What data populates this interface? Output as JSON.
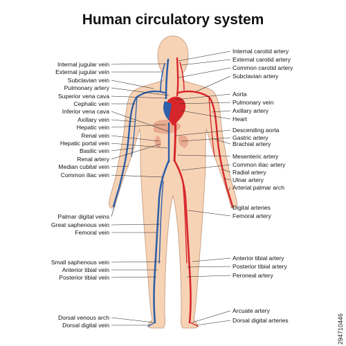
{
  "title": "Human circulatory system",
  "left_labels": [
    "Internal jugular vein",
    "External jugular vein",
    "Subclavian vein",
    "Pulmonary artery",
    "Superior vena cava",
    "Cephalic vein",
    "Inferior vena cava",
    "Axillary vein",
    "Hepatic vein",
    "Renal vein",
    "Hepatic portal vein",
    "Basilic vein",
    "Renal artery",
    "Median cubital vein",
    "Common iliac vein",
    "Palmar digital veins",
    "Great saphenous vein",
    "Femoral vein",
    "Small saphenous vein",
    "Anterior tibial vein",
    "Posterior tibial vein",
    "Dorsal venous arch",
    "Dorsal digital vein"
  ],
  "right_labels": [
    "Internal carotid artery",
    "External carotid artery",
    "Common carotid artery",
    "Subclavian artery",
    "Aorta",
    "Pulmonary vein",
    "Axillary artery",
    "Heart",
    "Descending aorta",
    "Gastric artery",
    "Brachial artery",
    "Mesenteric artery",
    "Common iliac artery",
    "Radial artery",
    "Ulnar artery",
    "Arterial palmar arch",
    "Digital arteries",
    "Femoral artery",
    "Anterior tibial artery",
    "Posterior tibial artery",
    "Peroneal artery",
    "Arcuate artery",
    "Dorsal digital arteries"
  ],
  "stock_id": "294710446",
  "colors": {
    "skin": "#f7d3b6",
    "skin_outline": "#c9a48a",
    "vein": "#2f5fa8",
    "artery": "#d7262b",
    "organ": "#e9a98f"
  }
}
